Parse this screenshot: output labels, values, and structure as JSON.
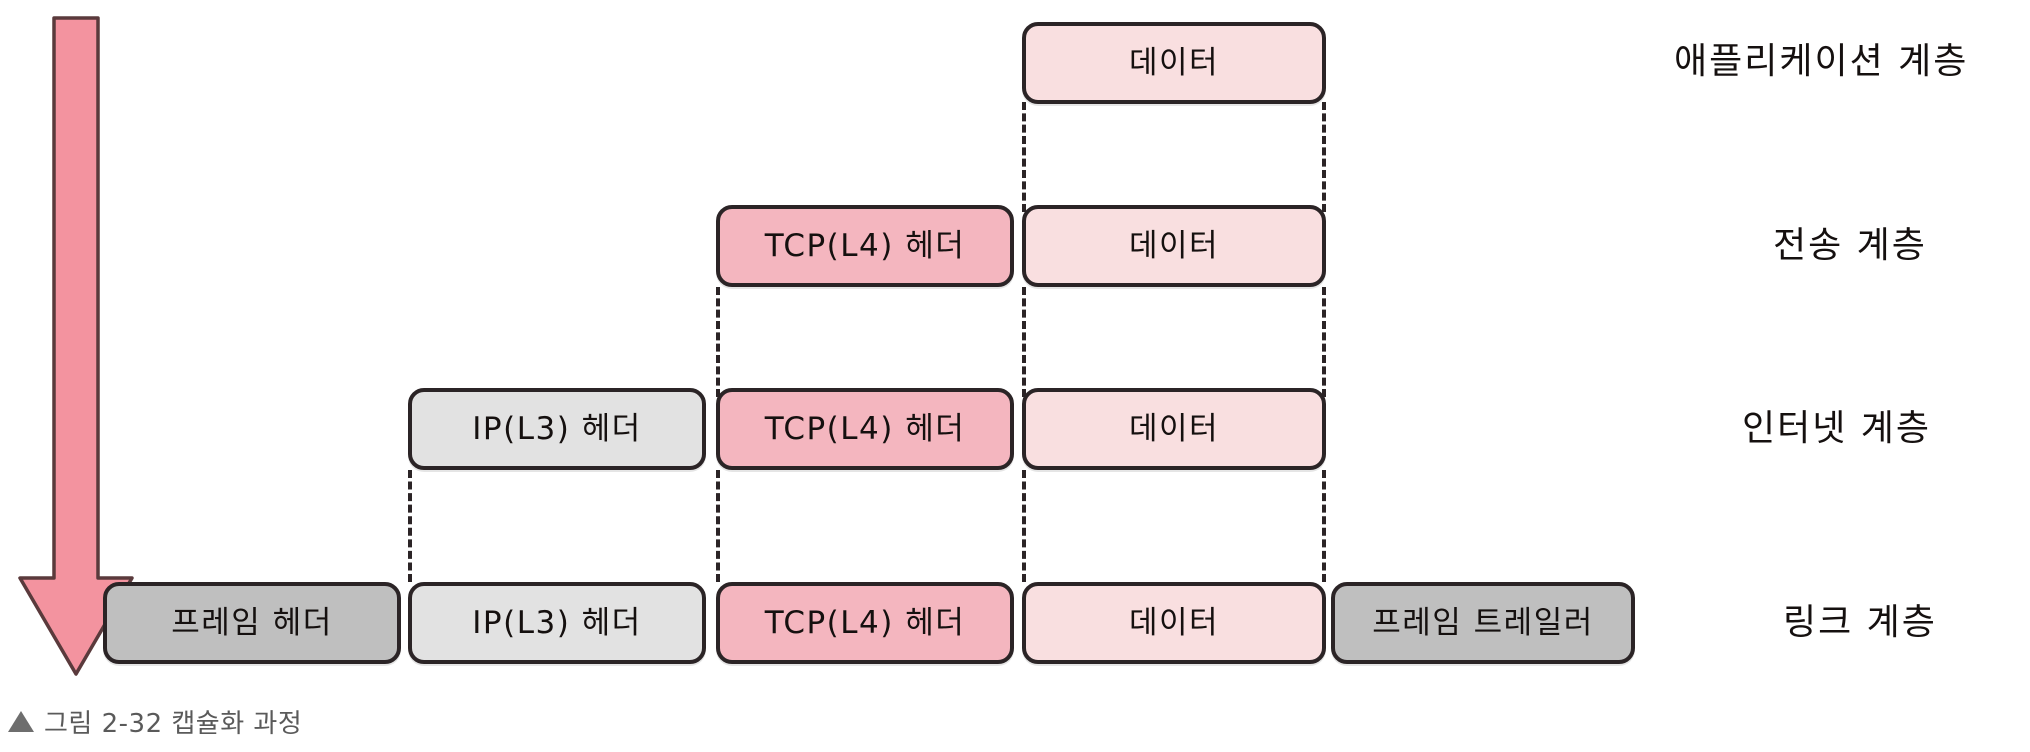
{
  "figure": {
    "caption_marker": "▲",
    "caption_text": "그림 2-32 캡슐화 과정",
    "arrow": {
      "name": "encapsulation-direction-arrow",
      "direction": "down",
      "fill": "#f3939f",
      "stroke": "#5a3a3c"
    }
  },
  "colors": {
    "pink_light": "#f9dfe0",
    "pink_mid": "#f4b6bf",
    "gray_light": "#e2e2e2",
    "gray_mid": "#bfbfbf",
    "outline": "#2b2426",
    "caption_text": "#5a5a5a"
  },
  "labels": {
    "data": "데이터",
    "tcp_header": "TCP(L4) 헤더",
    "ip_header": "IP(L3) 헤더",
    "frame_header": "프레임 헤더",
    "frame_trailer": "프레임 트레일러"
  },
  "layers": [
    {
      "name": "application",
      "label": "애플리케이션 계층"
    },
    {
      "name": "transport",
      "label": "전송 계층"
    },
    {
      "name": "internet",
      "label": "인터넷 계층"
    },
    {
      "name": "link",
      "label": "링크 계층"
    }
  ],
  "rows": [
    {
      "layer": "애플리케이션 계층",
      "boxes": [
        {
          "text": "데이터",
          "fill": "pink_light"
        }
      ]
    },
    {
      "layer": "전송 계층",
      "boxes": [
        {
          "text": "TCP(L4) 헤더",
          "fill": "pink_mid"
        },
        {
          "text": "데이터",
          "fill": "pink_light"
        }
      ]
    },
    {
      "layer": "인터넷 계층",
      "boxes": [
        {
          "text": "IP(L3) 헤더",
          "fill": "gray_light"
        },
        {
          "text": "TCP(L4) 헤더",
          "fill": "pink_mid"
        },
        {
          "text": "데이터",
          "fill": "pink_light"
        }
      ]
    },
    {
      "layer": "링크 계층",
      "boxes": [
        {
          "text": "프레임 헤더",
          "fill": "gray_mid"
        },
        {
          "text": "IP(L3) 헤더",
          "fill": "gray_light"
        },
        {
          "text": "TCP(L4) 헤더",
          "fill": "pink_mid"
        },
        {
          "text": "데이터",
          "fill": "pink_light"
        },
        {
          "text": "프레임 트레일러",
          "fill": "gray_mid"
        }
      ]
    }
  ]
}
